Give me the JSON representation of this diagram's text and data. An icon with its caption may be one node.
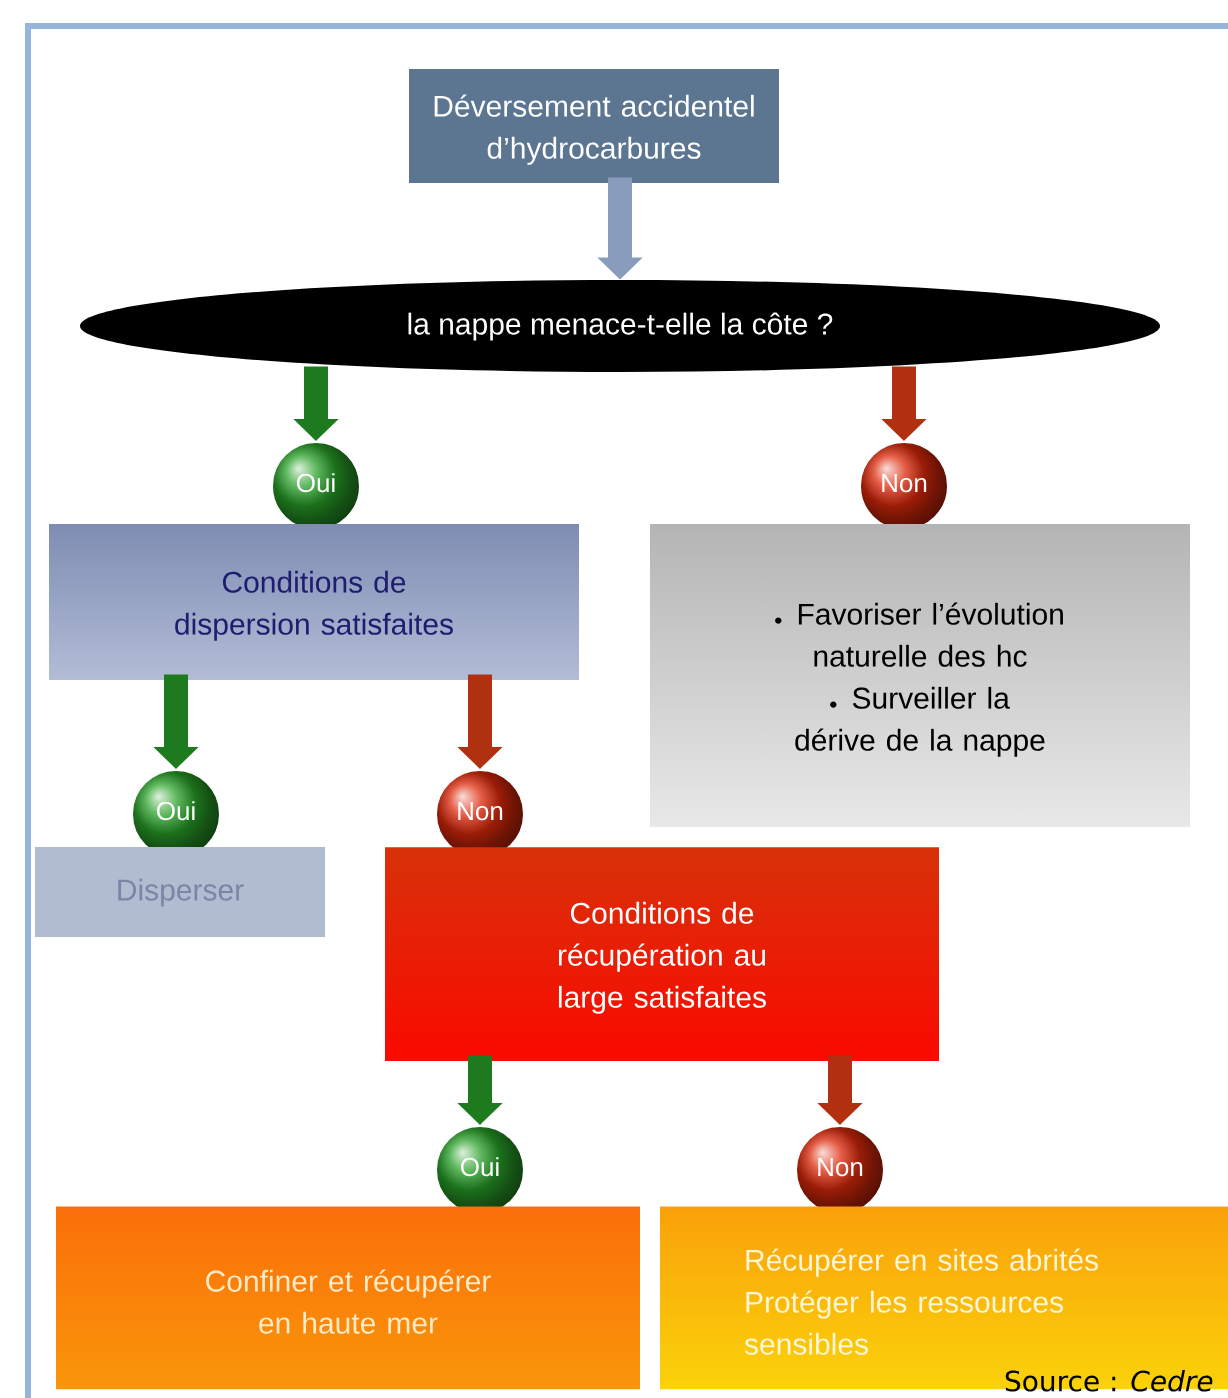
{
  "diagram": {
    "nodes": [
      {
        "text": [
          "Déversement accidentel d’hydrocarbures"
        ]
      },
      {
        "text": [
          "la nappe menace-t-elle la côte ?"
        ]
      },
      {
        "text": [
          "Oui"
        ]
      },
      {
        "text": [
          "Non"
        ]
      },
      {
        "text": [
          "Conditions de dispersion satisfaites"
        ]
      },
      {
        "text": [
          "Favoriser l’évolution naturelle des hc",
          "Surveiller la dérive de la nappe"
        ]
      },
      {
        "text": [
          "Oui"
        ]
      },
      {
        "text": [
          "Non"
        ]
      },
      {
        "text": [
          "Disperser"
        ]
      },
      {
        "text": [
          "Conditions de récupération au large satisfaites"
        ]
      },
      {
        "text": [
          "Oui"
        ]
      },
      {
        "text": [
          "Non"
        ]
      },
      {
        "text": [
          "Confiner et récupérer en haute mer"
        ]
      },
      {
        "text": [
          "Récupérer en sites abrités",
          "Protéger les ressources sensibles"
        ]
      }
    ],
    "edges": [
      {
        "from": 0,
        "to": 1,
        "arrow": "to",
        "color": "#8a9cbc"
      },
      {
        "from": 1,
        "to": 2,
        "arrow": "to",
        "color": "#1e7a1e"
      },
      {
        "from": 1,
        "to": 3,
        "arrow": "to",
        "color": "#b03010"
      },
      {
        "from": 4,
        "to": 6,
        "arrow": "to",
        "color": "#1e7a1e"
      },
      {
        "from": 4,
        "to": 7,
        "arrow": "to",
        "color": "#b03010"
      },
      {
        "from": 9,
        "to": 10,
        "arrow": "to",
        "color": "#1e7a1e"
      },
      {
        "from": 9,
        "to": 11,
        "arrow": "to",
        "color": "#b03010"
      }
    ],
    "labels": [
      "Source : *Cedre*"
    ]
  }
}
